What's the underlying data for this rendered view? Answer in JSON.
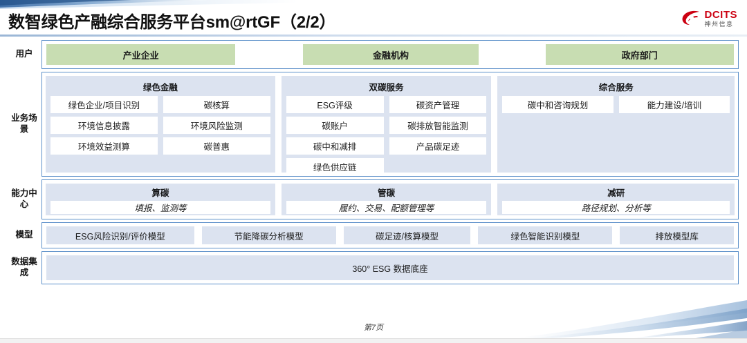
{
  "header": {
    "title": "数智绿色产融综合服务平台sm@rtGF（2/2）",
    "logo_name": "DCITS",
    "logo_sub": "神州信息",
    "logo_color": "#cc0011"
  },
  "colors": {
    "panel_bg": "#dce3f0",
    "user_box_bg": "#c8ddb2",
    "border_blue": "#5b8fc9",
    "chip_bg": "#ffffff"
  },
  "rows": {
    "user": {
      "label": "用户",
      "items": [
        {
          "label": "产业企业"
        },
        {
          "label": "金融机构"
        },
        {
          "label": "政府部门"
        }
      ]
    },
    "scenario": {
      "label": "业务场\n景",
      "label_line1": "业务场",
      "label_line2": "景",
      "panels": [
        {
          "title": "绿色金融",
          "chips": [
            "绿色企业/项目识别",
            "碳核算",
            "环境信息披露",
            "环境风险监测",
            "环境效益测算",
            "碳普惠"
          ]
        },
        {
          "title": "双碳服务",
          "chips": [
            "ESG评级",
            "碳资产管理",
            "碳账户",
            "碳排放智能监测",
            "碳中和减排",
            "产品碳足迹",
            "绿色供应链"
          ]
        },
        {
          "title": "综合服务",
          "chips": [
            "碳中和咨询规划",
            "能力建设/培训"
          ]
        }
      ]
    },
    "capability": {
      "label_line1": "能力中",
      "label_line2": "心",
      "panels": [
        {
          "title": "算碳",
          "sub": "填报、监测等"
        },
        {
          "title": "管碳",
          "sub": "履约、交易、配额管理等"
        },
        {
          "title": "减研",
          "sub": "路径规划、分析等"
        }
      ]
    },
    "model": {
      "label": "模型",
      "items": [
        "ESG风险识别/评价模型",
        "节能降碳分析模型",
        "碳足迹/核算模型",
        "绿色智能识别模型",
        "排放模型库"
      ]
    },
    "data": {
      "label_line1": "数据集",
      "label_line2": "成",
      "item": "360° ESG 数据底座"
    }
  },
  "footer": {
    "page": "第7页"
  }
}
